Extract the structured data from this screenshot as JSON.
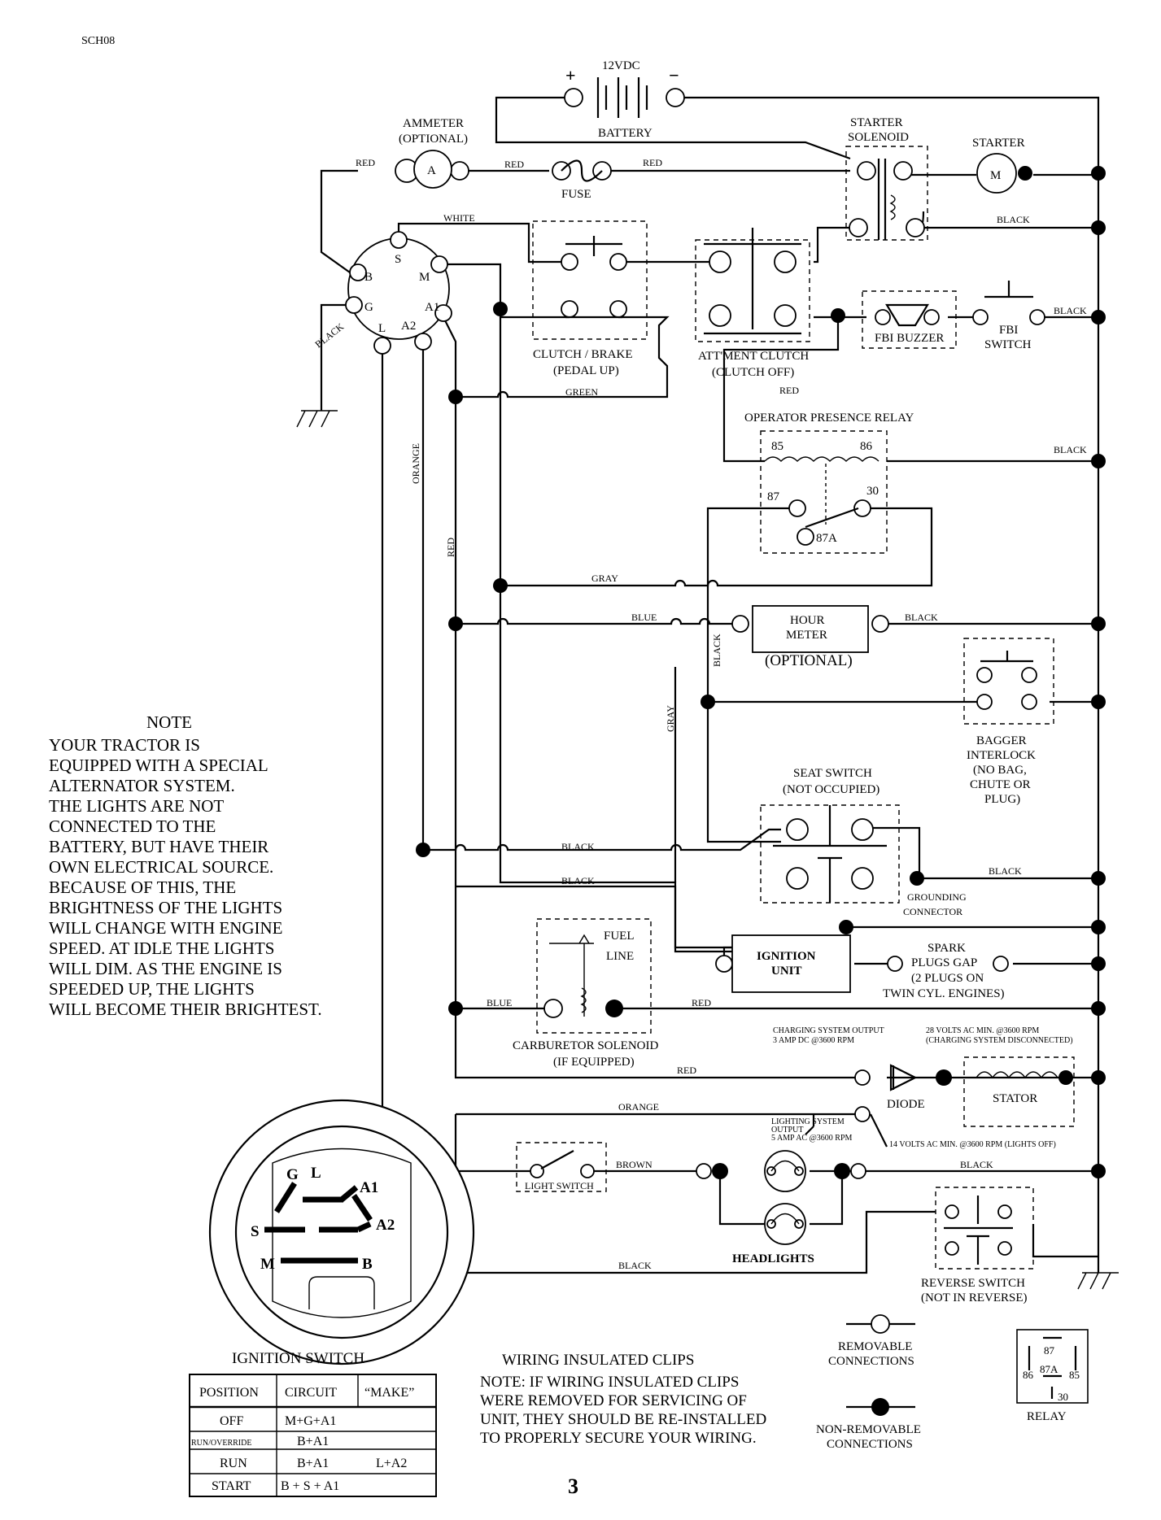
{
  "header": {
    "doc_code": "SCH08",
    "page_number": "3"
  },
  "wire_labels": {
    "red": "RED",
    "white": "WHITE",
    "black": "BLACK",
    "green": "GREEN",
    "gray": "GRAY",
    "blue": "BLUE",
    "orange": "ORANGE",
    "brown": "BROWN"
  },
  "components": {
    "battery_voltage": "12VDC",
    "battery_plus": "+",
    "battery_minus": "−",
    "battery": "BATTERY",
    "ammeter_1": "AMMETER",
    "ammeter_2": "(OPTIONAL)",
    "ammeter_symbol": "A",
    "fuse": "FUSE",
    "starter_solenoid_1": "STARTER",
    "starter_solenoid_2": "SOLENOID",
    "starter": "STARTER",
    "starter_symbol": "M",
    "ign_terminals": {
      "s": "S",
      "b": "B",
      "m": "M",
      "g": "G",
      "a1": "A1",
      "l": "L",
      "a2": "A2"
    },
    "clutch_brake_1": "CLUTCH / BRAKE",
    "clutch_brake_2": "(PEDAL UP)",
    "att_clutch_1": "ATT'MENT CLUTCH",
    "att_clutch_2": "(CLUTCH OFF)",
    "fbi_buzzer": "FBI BUZZER",
    "fbi_switch_1": "FBI",
    "fbi_switch_2": "SWITCH",
    "opr_relay": "OPERATOR PRESENCE RELAY",
    "relay_pins": {
      "p85": "85",
      "p86": "86",
      "p87": "87",
      "p30": "30",
      "p87a": "87A"
    },
    "hour_meter_1": "HOUR",
    "hour_meter_2": "METER",
    "hour_meter_3": "(OPTIONAL)",
    "bagger_1": "BAGGER",
    "bagger_2": "INTERLOCK",
    "bagger_3": "(NO BAG,",
    "bagger_4": "CHUTE OR",
    "bagger_5": "PLUG)",
    "seat_switch_1": "SEAT SWITCH",
    "seat_switch_2": "(NOT OCCUPIED)",
    "grounding_1": "GROUNDING",
    "grounding_2": "CONNECTOR",
    "fuel_line_1": "FUEL",
    "fuel_line_2": "LINE",
    "ignition_unit_1": "IGNITION",
    "ignition_unit_2": "UNIT",
    "spark_1": "SPARK",
    "spark_2": "PLUGS GAP",
    "spark_3": "(2 PLUGS ON",
    "spark_4": "TWIN CYL. ENGINES)",
    "carb_1": "CARBURETOR SOLENOID",
    "carb_2": "(IF EQUIPPED)",
    "charging_1": "CHARGING SYSTEM OUTPUT",
    "charging_2": "3 AMP DC @3600 RPM",
    "volts28_1": "28 VOLTS AC MIN. @3600 RPM",
    "volts28_2": "(CHARGING SYSTEM DISCONNECTED)",
    "diode": "DIODE",
    "stator": "STATOR",
    "lighting_1": "LIGHTING SYSTEM",
    "lighting_2": "OUTPUT",
    "lighting_3": "5 AMP AC @3600 RPM",
    "volts14": "14 VOLTS AC MIN. @3600 RPM (LIGHTS OFF)",
    "light_switch": "LIGHT SWITCH",
    "headlights": "HEADLIGHTS",
    "reverse_1": "REVERSE SWITCH",
    "reverse_2": "(NOT IN REVERSE)"
  },
  "note": {
    "title": "NOTE",
    "lines": [
      "YOUR TRACTOR IS",
      "EQUIPPED WITH A SPECIAL",
      "ALTERNATOR SYSTEM.",
      "THE LIGHTS ARE NOT",
      "CONNECTED TO THE",
      "BATTERY, BUT HAVE THEIR",
      "OWN ELECTRICAL SOURCE.",
      "BECAUSE OF THIS, THE",
      "BRIGHTNESS OF THE LIGHTS",
      "WILL CHANGE WITH ENGINE",
      "SPEED.  AT IDLE THE LIGHTS",
      "WILL DIM.  AS THE ENGINE IS",
      "SPEEDED UP, THE LIGHTS",
      "WILL BECOME THEIR BRIGHTEST."
    ]
  },
  "ignition_switch_graphic": {
    "labels": {
      "g": "G",
      "l": "L",
      "a1": "A1",
      "s": "S",
      "a2": "A2",
      "m": "M",
      "b": "B"
    }
  },
  "ignition_switch_table": {
    "title": "IGNITION SWITCH",
    "headers": [
      "POSITION",
      "CIRCUIT",
      "“MAKE”"
    ],
    "rows": [
      [
        "OFF",
        "M+G+A1",
        ""
      ],
      [
        "RUN/OVERRIDE",
        "B+A1",
        ""
      ],
      [
        "RUN",
        "B+A1",
        "L+A2"
      ],
      [
        "START",
        "B + S + A1",
        ""
      ]
    ]
  },
  "clips_note": {
    "title": "WIRING INSULATED CLIPS",
    "lines": [
      "NOTE:  IF WIRING INSULATED CLIPS",
      "WERE REMOVED FOR SERVICING OF",
      " UNIT, THEY SHOULD BE RE-INSTALLED",
      "TO PROPERLY SECURE YOUR WIRING."
    ]
  },
  "legend": {
    "removable_1": "REMOVABLE",
    "removable_2": "CONNECTIONS",
    "nonremovable_1": "NON-REMOVABLE",
    "nonremovable_2": "CONNECTIONS",
    "relay": "RELAY",
    "relay_pins": {
      "p87": "87",
      "p87a": "87A",
      "p86": "86",
      "p85": "85",
      "p30": "30"
    }
  }
}
